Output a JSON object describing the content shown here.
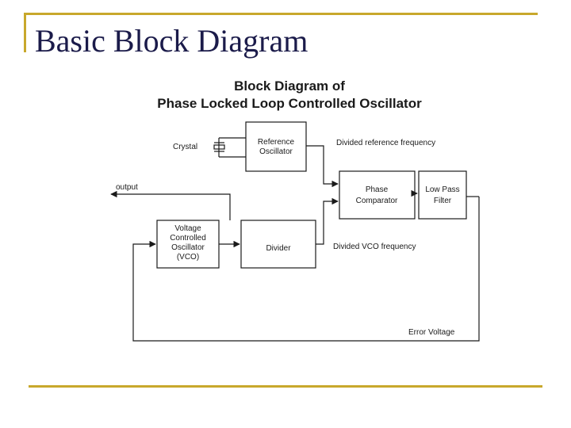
{
  "slide": {
    "title": "Basic Block Diagram",
    "accent_color": "#c8a82c",
    "title_color": "#1b1b4a"
  },
  "diagram": {
    "title_line1": "Block Diagram of",
    "title_line2": "Phase Locked Loop Controlled Oscillator",
    "blocks": {
      "reference_oscillator": [
        "Reference",
        "Oscillator"
      ],
      "phase_comparator": [
        "Phase",
        "Comparator"
      ],
      "low_pass_filter": [
        "Low Pass",
        "Filter"
      ],
      "vco": [
        "Voltage",
        "Controlled",
        "Oscillator",
        "(VCO)"
      ],
      "divider": [
        "Divider"
      ]
    },
    "labels": {
      "crystal": "Crystal",
      "output": "output",
      "divided_reference_frequency": "Divided reference frequency",
      "divided_vco_frequency": "Divided VCO frequency",
      "error_voltage": "Error Voltage"
    }
  }
}
